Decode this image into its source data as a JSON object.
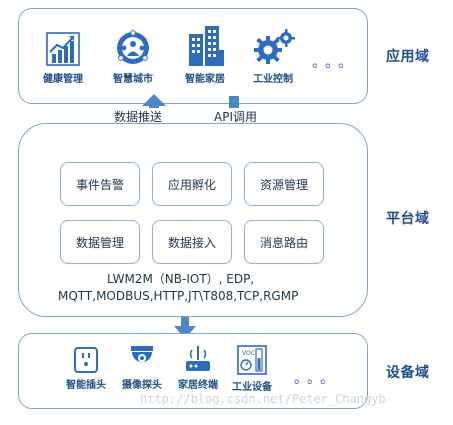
{
  "domains": {
    "app": "应用域",
    "platform": "平台域",
    "device": "设备域"
  },
  "apps": [
    {
      "label": "健康管理",
      "icon": "health-chart-icon"
    },
    {
      "label": "智慧城市",
      "icon": "smart-city-icon"
    },
    {
      "label": "智能家居",
      "icon": "smart-home-icon"
    },
    {
      "label": "工业控制",
      "icon": "industrial-gears-icon"
    }
  ],
  "app_more": "。。。",
  "arrows": {
    "push": "数据推送",
    "api": "API调用"
  },
  "modules": [
    "事件告警",
    "应用孵化",
    "资源管理",
    "数据管理",
    "数据接入",
    "消息路由"
  ],
  "protocols": {
    "line1": "LWM2M（NB-IOT）, EDP,",
    "line2": "MQTT,MODBUS,HTTP,JT\\T808,TCP,RGMP"
  },
  "devices": [
    {
      "label": "智能插头",
      "icon": "smart-plug-icon"
    },
    {
      "label": "摄像探头",
      "icon": "camera-probe-icon"
    },
    {
      "label": "家居终端",
      "icon": "home-terminal-icon"
    },
    {
      "label": "工业设备",
      "icon": "industrial-device-icon"
    }
  ],
  "device_more": "。。。",
  "watermark": "http://blog.csdn.net/Peter_Changyb",
  "colors": {
    "border": "#7fa4d3",
    "icon": "#2d6cbf",
    "arrow": "#4a86c8",
    "label": "#1d4f8d"
  }
}
